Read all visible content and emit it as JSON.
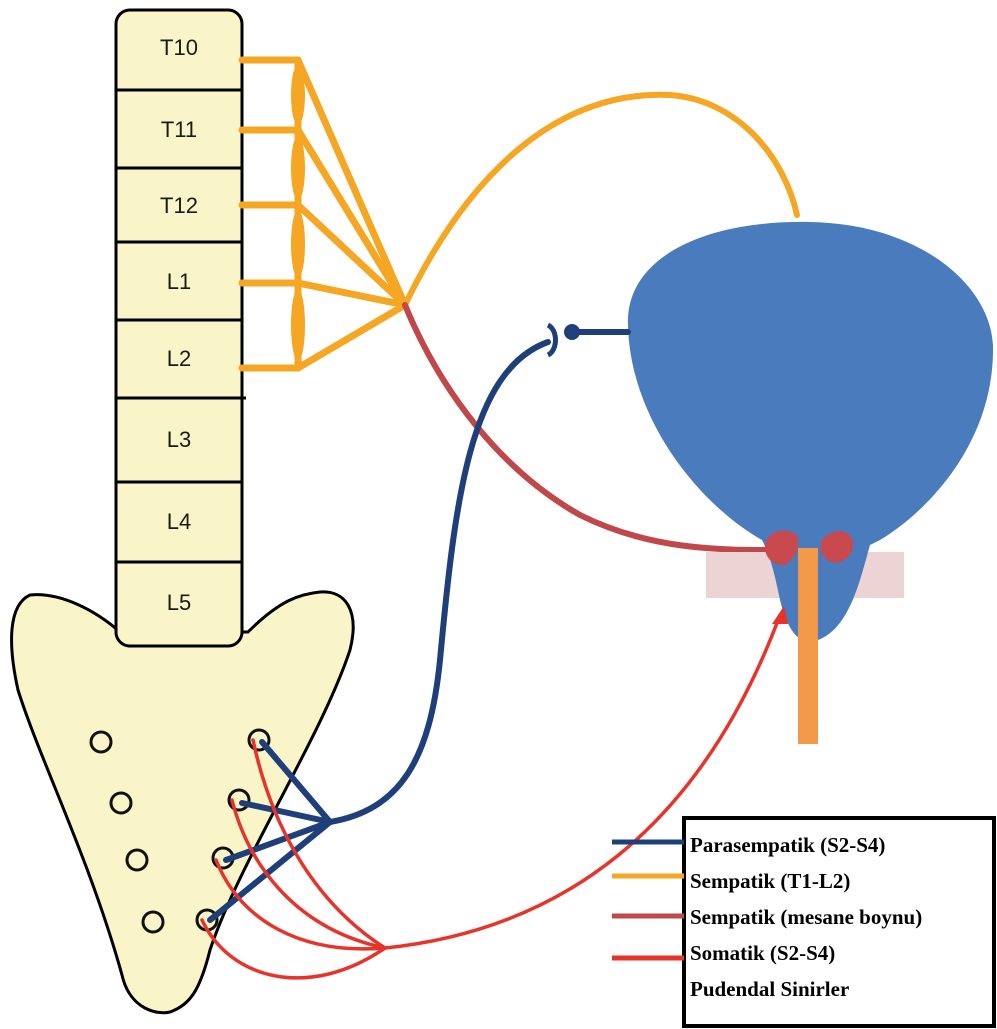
{
  "vertebrae": [
    "T10",
    "T11",
    "T12",
    "L1",
    "L2",
    "L3",
    "L4",
    "L5"
  ],
  "legend": [
    {
      "label": "Parasempatik (S2-S4)",
      "color": "#1f3f7a"
    },
    {
      "label": "Sempatik (T1-L2)",
      "color": "#f5a623"
    },
    {
      "label": "Sempatik (mesane boynu)",
      "color": "#c0474a"
    },
    {
      "label": "Somatik (S2-S4)",
      "color": "#e8332a"
    },
    {
      "label": "Pudendal Sinirler",
      "color": ""
    }
  ],
  "colors": {
    "vertebra_fill": "#faf5c8",
    "sacrum_fill": "#faf5c8",
    "bladder": "#4a7bbd",
    "sphincter_band": "#ecd4d4",
    "urethra": "#f39a4a",
    "neck_sphincter": "#c94a4e"
  }
}
